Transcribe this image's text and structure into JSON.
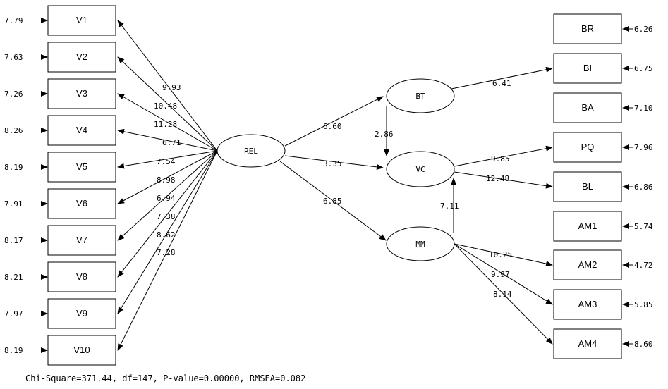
{
  "diagram": {
    "indicators_left": [
      {
        "label": "V1",
        "error": "7.79"
      },
      {
        "label": "V2",
        "error": "7.63"
      },
      {
        "label": "V3",
        "error": "7.26"
      },
      {
        "label": "V4",
        "error": "8.26"
      },
      {
        "label": "V5",
        "error": "8.19"
      },
      {
        "label": "V6",
        "error": "7.91"
      },
      {
        "label": "V7",
        "error": "8.17"
      },
      {
        "label": "V8",
        "error": "8.21"
      },
      {
        "label": "V9",
        "error": "7.97"
      },
      {
        "label": "V10",
        "error": "8.19"
      }
    ],
    "indicators_right": [
      {
        "label": "BR",
        "error": "6.26"
      },
      {
        "label": "BI",
        "error": "6.75"
      },
      {
        "label": "BA",
        "error": "7.10"
      },
      {
        "label": "PQ",
        "error": "7.96"
      },
      {
        "label": "BL",
        "error": "6.86"
      },
      {
        "label": "AM1",
        "error": "5.74"
      },
      {
        "label": "AM2",
        "error": "4.72"
      },
      {
        "label": "AM3",
        "error": "5.85"
      },
      {
        "label": "AM4",
        "error": "8.60"
      }
    ],
    "latents": [
      {
        "label": "REL"
      },
      {
        "label": "BT"
      },
      {
        "label": "VC"
      },
      {
        "label": "MM"
      }
    ],
    "rel_loadings": [
      "9.93",
      "10.48",
      "11.28",
      "6.71",
      "7.54",
      "8.98",
      "6.94",
      "7.38",
      "8.62",
      "7.28"
    ],
    "structural_paths": [
      {
        "from": "REL",
        "to": "BT",
        "value": "6.60"
      },
      {
        "from": "REL",
        "to": "VC",
        "value": "3.35"
      },
      {
        "from": "REL",
        "to": "MM",
        "value": "6.85"
      },
      {
        "from": "BT",
        "to": "VC",
        "value": "2.86"
      },
      {
        "from": "MM",
        "to": "VC",
        "value": "7.11"
      }
    ],
    "right_loadings": [
      {
        "from": "BT",
        "to": "BI",
        "value": "6.41"
      },
      {
        "from": "VC",
        "to": "PQ",
        "value": "9.85"
      },
      {
        "from": "VC",
        "to": "BL",
        "value": "12.48"
      },
      {
        "from": "MM",
        "to": "AM2",
        "value": "10.25"
      },
      {
        "from": "MM",
        "to": "AM3",
        "value": "9.97"
      },
      {
        "from": "MM",
        "to": "AM4",
        "value": "8.14"
      }
    ],
    "fit_statistics": "Chi-Square=371.44, df=147, P-value=0.00000, RMSEA=0.082"
  }
}
